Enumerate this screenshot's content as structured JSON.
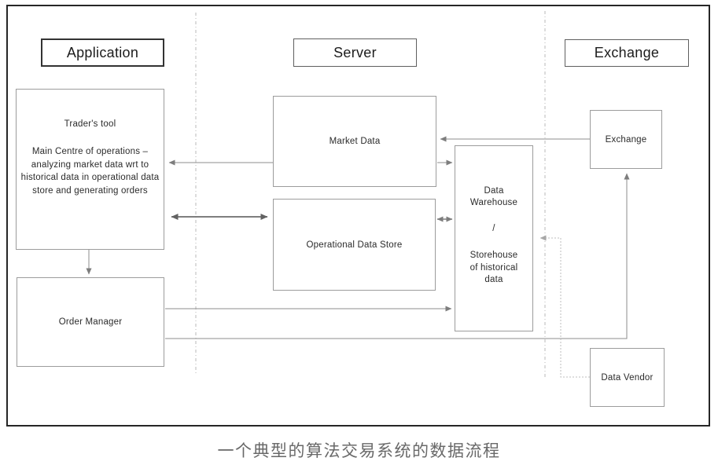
{
  "caption": "一个典型的算法交易系统的数据流程",
  "colors": {
    "frame_border": "#262626",
    "box_border": "#9c9c9c",
    "header_border": "#3f3f3f",
    "arrow": "#7d7d7d",
    "dotted_connector": "#bdbdbd",
    "lane_divider": "#b8b8b8",
    "caption_text": "#696969"
  },
  "diagram": {
    "lanes": {
      "application_label": "Application",
      "server_label": "Server",
      "exchange_label": "Exchange"
    },
    "nodes": {
      "traders_tool_title": "Trader's tool",
      "traders_tool_description": "Main Centre of operations – analyzing market data wrt to historical data in operational data store and generating orders",
      "order_manager": "Order Manager",
      "market_data": "Market Data",
      "operational_data_store": "Operational Data Store",
      "data_warehouse_top": "Data Warehouse",
      "data_warehouse_sep": "/",
      "data_warehouse_bottom": "Storehouse of historical data",
      "exchange": "Exchange",
      "data_vendor": "Data Vendor"
    },
    "edges": [
      {
        "from": "Market Data",
        "to": "Trader's tool",
        "direction": "one-way",
        "style": "solid"
      },
      {
        "from": "Trader's tool",
        "to": "Operational Data Store",
        "direction": "two-way",
        "style": "solid"
      },
      {
        "from": "Trader's tool",
        "to": "Order Manager",
        "direction": "one-way",
        "style": "solid"
      },
      {
        "from": "Market Data",
        "to": "Data Warehouse",
        "direction": "one-way",
        "style": "solid"
      },
      {
        "from": "Operational Data Store",
        "to": "Data Warehouse",
        "direction": "two-way",
        "style": "solid"
      },
      {
        "from": "Exchange",
        "to": "Market Data",
        "direction": "one-way",
        "style": "solid"
      },
      {
        "from": "Order Manager",
        "to": "Data Warehouse",
        "direction": "one-way",
        "style": "solid"
      },
      {
        "from": "Order Manager",
        "to": "Exchange",
        "direction": "one-way",
        "style": "solid"
      },
      {
        "from": "Data Vendor",
        "to": "Data Warehouse",
        "direction": "one-way",
        "style": "dotted"
      }
    ]
  }
}
